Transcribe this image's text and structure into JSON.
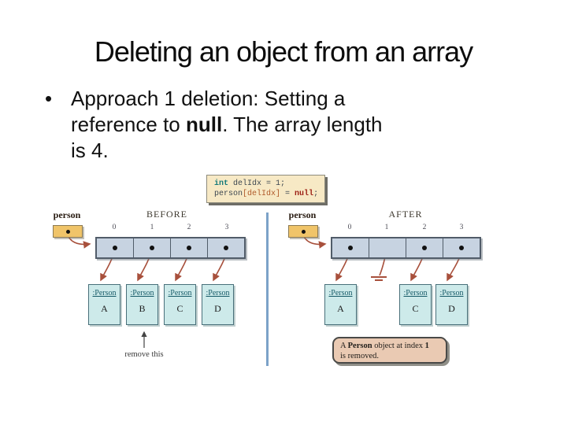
{
  "slide": {
    "title": "Deleting an object from an array",
    "bullet_marker": "•",
    "bullet_lines": {
      "l1": "Approach 1 deletion: Setting a",
      "l2a": "reference to ",
      "l2b": "null",
      "l2c": ". The array length",
      "l3": "is 4."
    }
  },
  "code": {
    "kw_int": "int",
    "l1_rest": " delIdx = 1;",
    "l2_var": "person",
    "l2_idx": "[delIdx]",
    "l2_assign": " = ",
    "l2_null": "null",
    "l2_end": ";"
  },
  "before": {
    "pointer": "person",
    "label": "BEFORE",
    "idx": [
      "0",
      "1",
      "2",
      "3"
    ],
    "objects": [
      {
        "type": ":Person",
        "name": "A"
      },
      {
        "type": ":Person",
        "name": "B"
      },
      {
        "type": ":Person",
        "name": "C"
      },
      {
        "type": ":Person",
        "name": "D"
      }
    ],
    "note": "remove this"
  },
  "after": {
    "pointer": "person",
    "label": "AFTER",
    "idx": [
      "0",
      "1",
      "2",
      "3"
    ],
    "objects": [
      {
        "type": ":Person",
        "name": "A"
      },
      {
        "type": ":Person",
        "name": "C"
      },
      {
        "type": ":Person",
        "name": "D"
      }
    ],
    "callout": {
      "a": "A ",
      "b1": "Person",
      "mid": " object at index ",
      "b2": "1",
      "line2": "is removed."
    }
  },
  "colors": {
    "arrow": "#a8503c",
    "array_fill": "#c7d3e1",
    "object_fill": "#cdeaea",
    "pointer_fill": "#f0c469",
    "code_bg": "#f7e9c5",
    "callout_bg": "#eacab3",
    "divider": "#7ca2c8"
  }
}
